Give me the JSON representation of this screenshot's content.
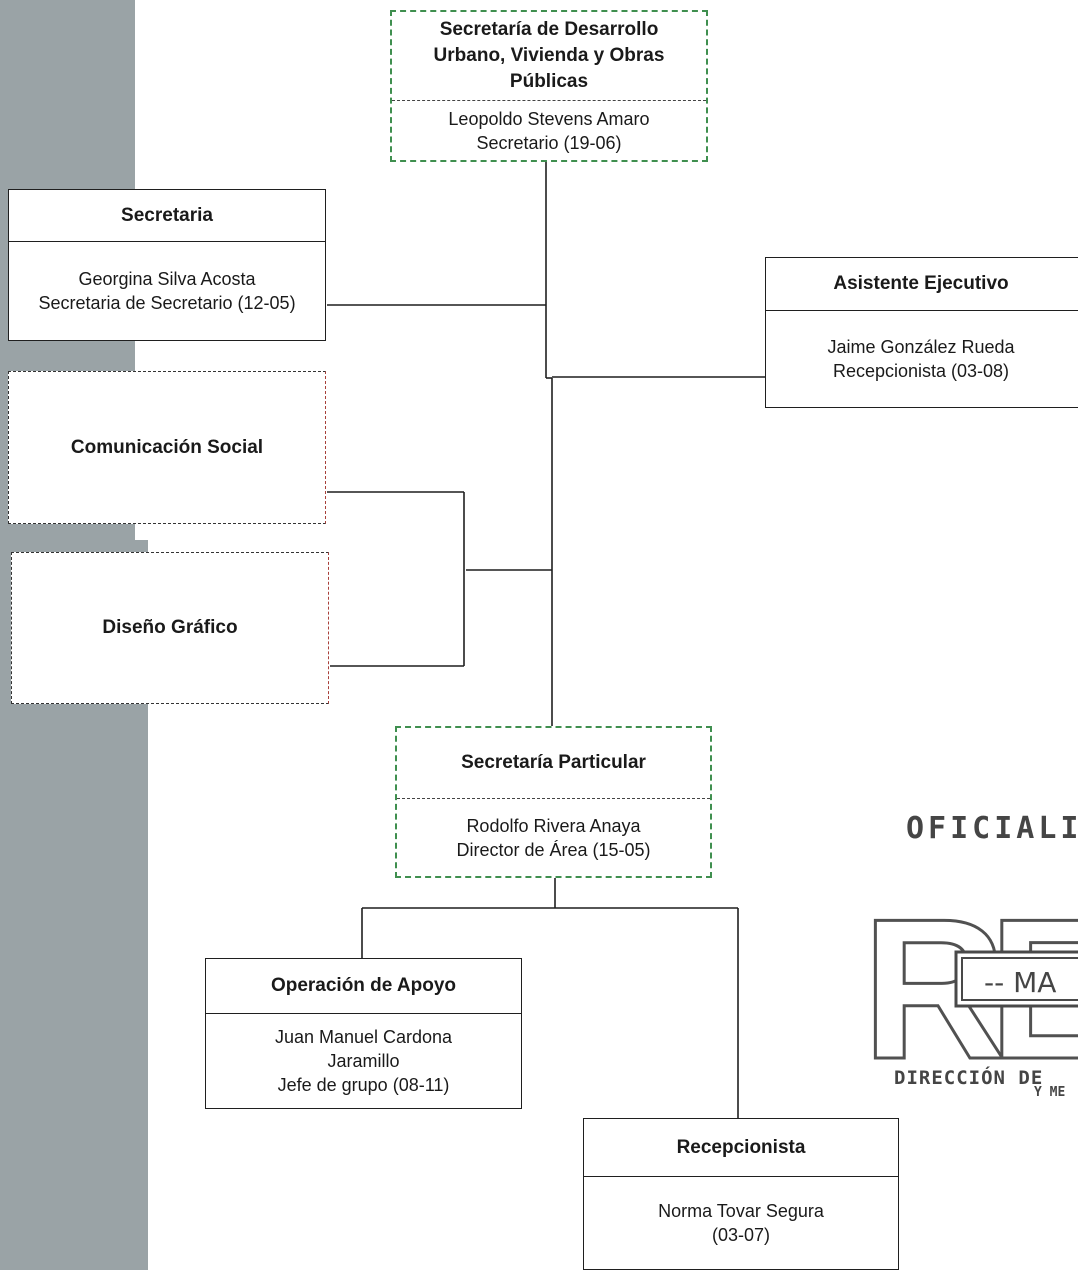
{
  "org": {
    "secretaria_desarrollo": {
      "title_lines": [
        "Secretaría de Desarrollo",
        "Urbano, Vivienda y Obras",
        "Públicas"
      ],
      "body_lines": [
        "Leopoldo Stevens Amaro",
        "Secretario (19-06)"
      ]
    },
    "secretaria": {
      "title": "Secretaria",
      "body_lines": [
        "Georgina Silva Acosta",
        "Secretaria de Secretario (12-05)"
      ]
    },
    "asistente_ejecutivo": {
      "title": "Asistente Ejecutivo",
      "body_lines": [
        "Jaime González Rueda",
        "Recepcionista (03-08)"
      ]
    },
    "comunicacion_social": {
      "title": "Comunicación Social"
    },
    "diseno_grafico": {
      "title": "Diseño Gráfico"
    },
    "secretaria_particular": {
      "title": "Secretaría Particular",
      "body_lines": [
        "Rodolfo Rivera Anaya",
        "Director de Área (15-05)"
      ]
    },
    "operacion_apoyo": {
      "title": "Operación de Apoyo",
      "body_lines": [
        "Juan Manuel Cardona",
        "Jaramillo",
        "Jefe de grupo (08-11)"
      ]
    },
    "recepcionista": {
      "title": "Recepcionista",
      "body_lines": [
        "Norma Tovar Segura",
        "(03-07)"
      ]
    }
  },
  "stamp": {
    "top_text": "OFICIALIA",
    "big_text": "REGIST",
    "inner_text": "-- MA",
    "bottom_text": "DIRECCIÓN DE",
    "bottom_text_2": "Y ME"
  }
}
